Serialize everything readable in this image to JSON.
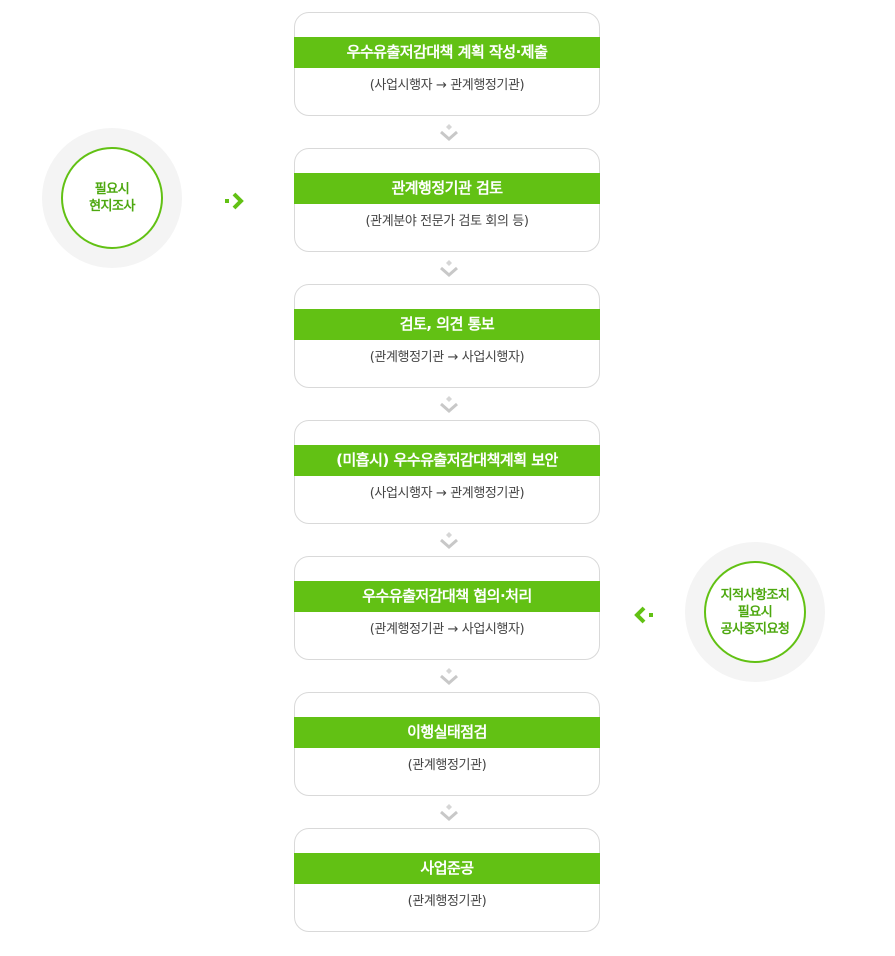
{
  "steps": [
    {
      "title": "우수유출저감대책 계획 작성·제출",
      "sub": "(사업시행자 → 관계행정기관)"
    },
    {
      "title": "관계행정기관 검토",
      "sub": "(관계분야 전문가 검토 회의 등)"
    },
    {
      "title": "검토, 의견 통보",
      "sub": "(관계행정기관 → 사업시행자)"
    },
    {
      "title": "(미흡시) 우수유출저감대책계획 보안",
      "sub": "(사업시행자 → 관계행정기관)"
    },
    {
      "title": "우수유출저감대책 협의·처리",
      "sub": "(관계행정기관 → 사업시행자)"
    },
    {
      "title": "이행실태점검",
      "sub": "(관계행정기관)"
    },
    {
      "title": "사업준공",
      "sub": "(관계행정기관)"
    }
  ],
  "side_left": {
    "lines": [
      "필요시",
      "현지조사"
    ]
  },
  "side_right": {
    "lines": [
      "지적사항조치",
      "필요시",
      "공사중지요청"
    ]
  },
  "colors": {
    "accent": "#62c114",
    "arrow_gray": "#c8c8c8",
    "circle_bg": "#f4f4f4"
  },
  "icons": {
    "down": "double-chevron-down-icon",
    "left_side": "dot-chevron-right-icon",
    "right_side": "dot-chevron-left-icon"
  }
}
